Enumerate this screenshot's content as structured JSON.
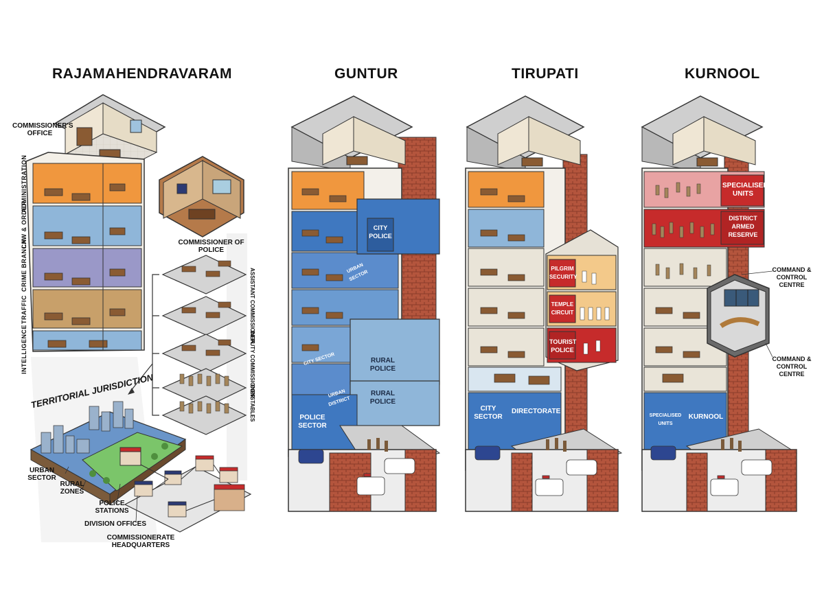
{
  "cities": {
    "rajamahendravaram": "RAJAMAHENDRAVARAM",
    "guntur": "GUNTUR",
    "tirupati": "TIRUPATI",
    "kurnool": "KURNOOL"
  },
  "raja": {
    "commissioners_office": "COMMISSIONER'S OFFICE",
    "commissioner_of_police": "COMMISSIONER OF POLICE",
    "wings": [
      "ADMINISTRATION",
      "LAW & ORDER",
      "CRIME BRANCH",
      "TRAFFIC",
      "INTELLIGENCE"
    ],
    "assistant_commissioner": "ASSISTANT COMMISSIONER",
    "deputy_commissioner": "DEPUTY COMMISSIONER",
    "constables": "CONSTABLES",
    "territorial_jurisdiction": "TERRITORIAL JURISDICTION",
    "urban_sector": "URBAN SECTOR",
    "rural_zones": "RURAL ZONES",
    "police_stations": "POLICE STATIONS",
    "division_offices": "DIVISION OFFICES",
    "commissionerate_hq": "COMMISSIONERATE HEADQUARTERS"
  },
  "guntur": {
    "city_police": "CITY POLICE",
    "urban_sector": "URBAN SECTOR",
    "city_sector": "CITY SECTOR",
    "rural_police_1": "RURAL POLICE",
    "rural_police_2": "RURAL POLICE",
    "urban_district": "URBAN DISTRICT",
    "police_sector": "POLICE SECTOR"
  },
  "tirupati": {
    "pilgrim_security": "PILGRIM SECURITY",
    "temple_circuit": "TEMPLE CIRCUIT",
    "tourist_police": "TOURIST POLICE",
    "city_sector": "CITY SECTOR",
    "directorate": "DIRECTORATE"
  },
  "kurnool": {
    "specialised_units": "SPECIALISED UNITS",
    "district_armed_reserve": "DISTRICT ARMED RESERVE",
    "command_control_1": "COMMAND & CONTROL CENTRE",
    "command_control_2": "COMMAND & CONTROL CENTRE",
    "specialised_units_sign": "SPECIALISED UNITS",
    "kurnool_sign": "KURNOOL"
  },
  "colors": {
    "orange": "#f0973e",
    "blue": "#3f78c0",
    "light_blue": "#8fb6d9",
    "red": "#c62b2b",
    "concrete": "#c9c9c9",
    "brick": "#b4553d",
    "tan": "#c8a06a"
  }
}
